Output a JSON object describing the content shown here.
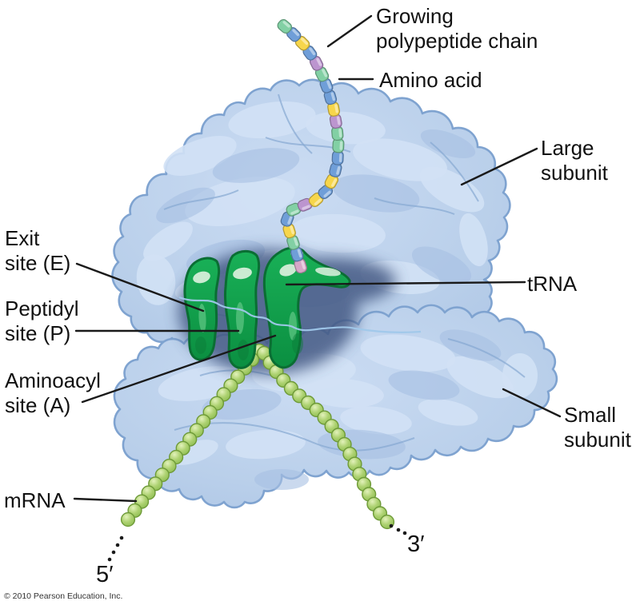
{
  "figure": {
    "title_context": "Ribosome structure during translation",
    "labels": {
      "growing": {
        "line1": "Growing",
        "line2": "polypeptide chain"
      },
      "amino_acid": "Amino acid",
      "large_subunit": {
        "line1": "Large",
        "line2": "subunit"
      },
      "trna": "tRNA",
      "exit_site": {
        "line1": "Exit",
        "line2": "site (E)"
      },
      "peptidyl_site": {
        "line1": "Peptidyl",
        "line2": "site (P)"
      },
      "aminoacyl_site": {
        "line1": "Aminoacyl",
        "line2": "site (A)"
      },
      "small_subunit": {
        "line1": "Small",
        "line2": "subunit"
      },
      "mrna": "mRNA",
      "five_prime": "5′",
      "three_prime": "3′"
    },
    "copyright": "© 2010 Pearson Education, Inc.",
    "colors": {
      "background": "#ffffff",
      "ribosome_fill": "#b9cfea",
      "ribosome_fill_light": "#d2e1f5",
      "ribosome_fill_dark": "#a6c0e3",
      "ribosome_outline": "#7fa3d0",
      "ribosome_fold": "#86a8d2",
      "shadow": "#3f5480",
      "trna_green": "#10a24b",
      "trna_green_dark": "#0a6e33",
      "trna_highlight": "#dff2e0",
      "trna_streak": "#57c27e",
      "trna_shade": "#0b7a38",
      "mrna_bead": "#aed272",
      "mrna_bead_light": "#e3f2bb",
      "mrna_bead_deep": "#8abb4e",
      "mrna_bead_outline": "#6e9a38",
      "mrna_thread": "#a0c8ea",
      "leader_line": "#1a1a1a",
      "label_text": "#111111",
      "amino_blue": "#6f9ed8",
      "amino_yellow": "#f7d64b",
      "amino_purple": "#bc95cf",
      "amino_green": "#82d0a4",
      "amino_pink": "#d7a6c8"
    },
    "polypeptide": {
      "sequence": [
        "green",
        "blue",
        "yellow",
        "blue",
        "purple",
        "green",
        "blue",
        "blue",
        "yellow",
        "purple",
        "green",
        "green",
        "blue",
        "blue",
        "yellow",
        "blue",
        "yellow",
        "purple",
        "green",
        "blue",
        "yellow",
        "green",
        "blue",
        "pink"
      ]
    },
    "mrna_strand": {
      "left_beads": 20,
      "right_beads": 20,
      "five_prime_dots": 4,
      "three_prime_dots": 3
    }
  }
}
